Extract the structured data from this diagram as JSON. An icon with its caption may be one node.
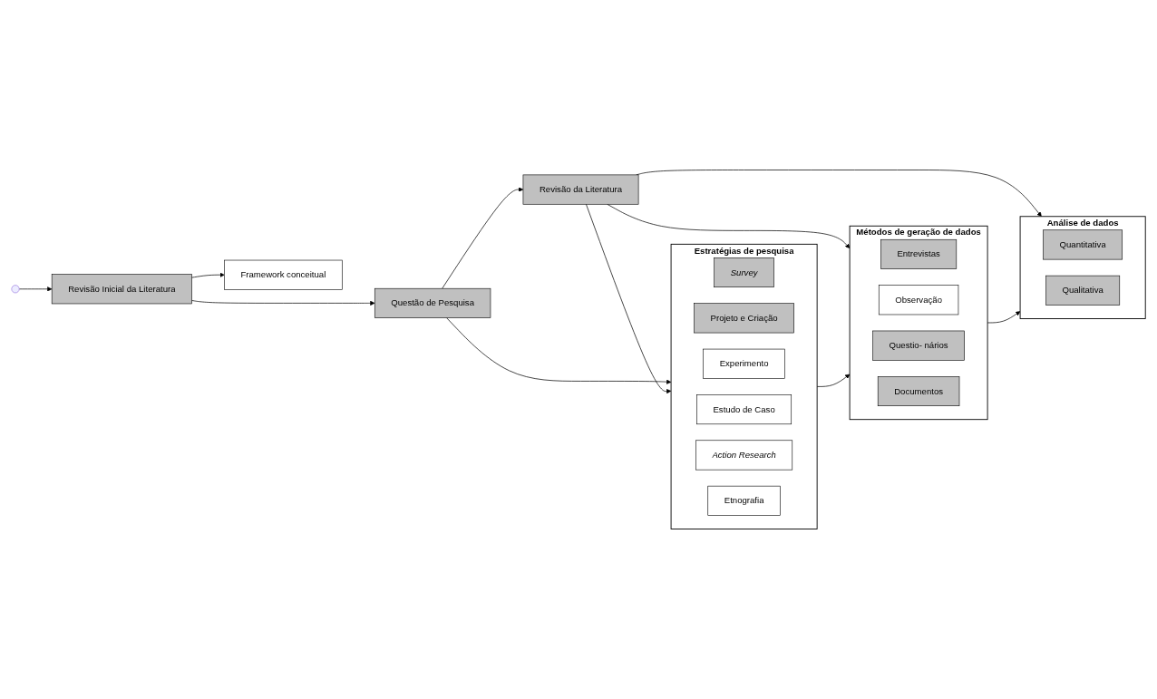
{
  "diagram": {
    "nodes": [
      {
        "text": [
          "Revisão da Literatura"
        ]
      },
      {
        "text": [
          "Questão de Pesquisa"
        ]
      },
      {
        "text": [
          "Revisão Inicial da Literatura"
        ]
      },
      {
        "text": [
          "Framework conceitual"
        ]
      },
      {
        "text": [],
        "shape": "circle"
      },
      {
        "text": [
          "Estratégias de pesquisa"
        ]
      },
      {
        "text": [
          "Survey"
        ],
        "in": 5
      },
      {
        "text": [
          "Projeto e Criação"
        ],
        "in": 5
      },
      {
        "text": [
          "Experimento"
        ],
        "in": 5
      },
      {
        "text": [
          "Estudo de Caso"
        ],
        "in": 5
      },
      {
        "text": [
          "Action Research"
        ],
        "in": 5
      },
      {
        "text": [
          "Etnografia"
        ],
        "in": 5
      },
      {
        "text": [
          "Métodos de geração de dados"
        ]
      },
      {
        "text": [
          "Entrevistas"
        ],
        "in": 12
      },
      {
        "text": [
          "Observação"
        ],
        "in": 12
      },
      {
        "text": [
          "Questio- nários"
        ],
        "in": 12
      },
      {
        "text": [
          "Documentos"
        ],
        "in": 12
      },
      {
        "text": [
          "Análise de dados"
        ]
      },
      {
        "text": [
          "Quantitativa"
        ],
        "in": 17
      },
      {
        "text": [
          "Qualitativa"
        ],
        "in": 17
      }
    ],
    "edges": [
      {
        "from": 4,
        "to": 2,
        "arrow": "to"
      },
      {
        "from": 2,
        "to": 1,
        "arrow": "to"
      },
      {
        "from": 2,
        "to": 3,
        "arrow": "to"
      },
      {
        "from": 1,
        "to": 0,
        "arrow": "to"
      },
      {
        "from": 1,
        "to": 5,
        "arrow": "to"
      },
      {
        "from": 0,
        "to": 5,
        "arrow": "to"
      },
      {
        "from": 0,
        "to": 12,
        "arrow": "to"
      },
      {
        "from": 0,
        "to": 17,
        "arrow": "to"
      },
      {
        "from": 5,
        "to": 12,
        "arrow": "to"
      },
      {
        "from": 12,
        "to": 17,
        "arrow": "to"
      }
    ]
  }
}
